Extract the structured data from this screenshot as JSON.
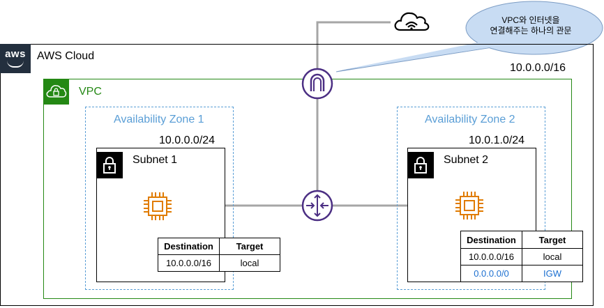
{
  "callout": {
    "line1": "VPC와 인터넷을",
    "line2": "연결해주는 하나의 관문"
  },
  "cloud": {
    "logo_text": "aws",
    "label": "AWS Cloud",
    "cidr": "10.0.0.0/16"
  },
  "vpc": {
    "label": "VPC"
  },
  "zones": [
    {
      "label": "Availability Zone 1",
      "subnet_cidr": "10.0.0.0/24",
      "subnet_label": "Subnet 1"
    },
    {
      "label": "Availability Zone 2",
      "subnet_cidr": "10.0.1.0/24",
      "subnet_label": "Subnet 2"
    }
  ],
  "route_table_1": {
    "headers": [
      "Destination",
      "Target"
    ],
    "rows": [
      {
        "destination": "10.0.0.0/16",
        "target": "local"
      }
    ]
  },
  "route_table_2": {
    "headers": [
      "Destination",
      "Target"
    ],
    "rows": [
      {
        "destination": "10.0.0.0/16",
        "target": "local"
      },
      {
        "destination": "0.0.0.0/0",
        "target": "IGW"
      }
    ]
  },
  "icons": {
    "internet": "internet-cloud-icon",
    "gateway": "internet-gateway-icon",
    "router": "router-icon",
    "instance": "ec2-instance-icon",
    "lock": "padlock-icon",
    "vpc": "vpc-cloud-lock-icon"
  },
  "colors": {
    "vpc_green": "#248814",
    "az_blue": "#5a9ed6",
    "network_purple": "#4b2e83",
    "instance_orange": "#e07b00",
    "igw_route_blue": "#1b6fd0",
    "callout_fill": "#c8dcf3"
  }
}
